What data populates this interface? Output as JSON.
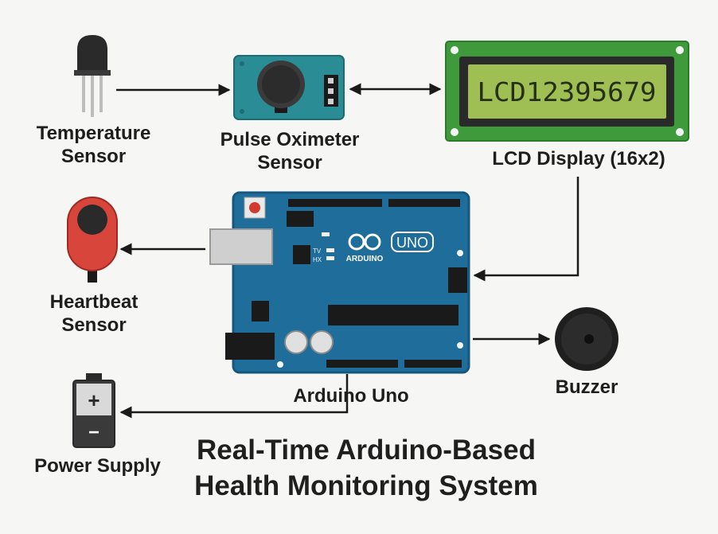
{
  "labels": {
    "temperature_sensor": [
      "Temperature",
      "Sensor"
    ],
    "pulse_oximeter_sensor": [
      "Pulse Oximeter",
      "Sensor"
    ],
    "lcd_display": "LCD Display (16x2)",
    "heartbeat_sensor": [
      "Heartbeat",
      "Sensor"
    ],
    "arduino_uno": "Arduino Uno",
    "buzzer": "Buzzer",
    "power_supply": "Power Supply"
  },
  "lcd_screen_text": "LCD12395679",
  "board": {
    "logo_text": "ARDUINO",
    "model_text": "UNO",
    "led_tx": "TV",
    "led_rx": "HX"
  },
  "battery": {
    "plus": "+",
    "minus": "−"
  },
  "title": [
    "Real-Time Arduino-Based",
    "Health Monitoring System"
  ],
  "colors": {
    "board": "#1f6d9b",
    "board_edge": "#16577e",
    "lcd_frame": "#3f9a3c",
    "lcd_screen": "#9fbf54",
    "heartbeat_sensor": "#d8463b",
    "oximeter_board": "#2a8c94",
    "arrow": "#1a1a1a"
  }
}
